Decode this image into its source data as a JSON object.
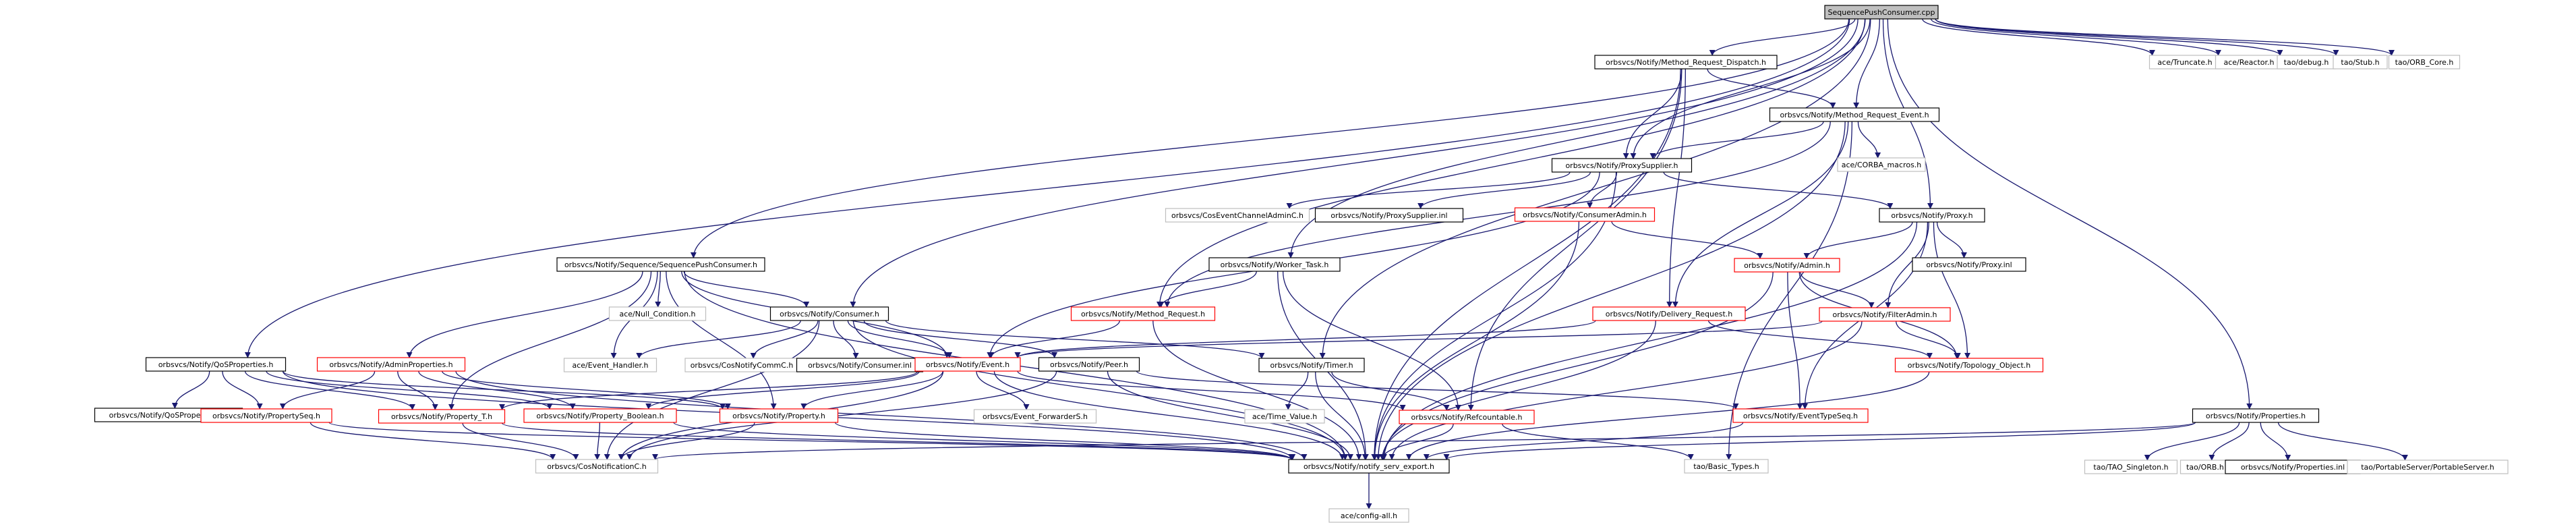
{
  "diagram": {
    "kind": "include-dependency-graph",
    "colors": {
      "edge": "#191970",
      "root_fill": "#bfbfbf",
      "border_default": "#000000",
      "border_red": "#ff0000",
      "border_grey": "#bfbfbf"
    },
    "nodes": [
      {
        "id": "root",
        "label": "SequencePushConsumer.cpp",
        "style": "root"
      },
      {
        "id": "mrd",
        "label": "orbsvcs/Notify/Method_Request_Dispatch.h",
        "style": "black"
      },
      {
        "id": "truncate",
        "label": "ace/Truncate.h",
        "style": "grey"
      },
      {
        "id": "reactor",
        "label": "ace/Reactor.h",
        "style": "grey"
      },
      {
        "id": "debug",
        "label": "tao/debug.h",
        "style": "grey"
      },
      {
        "id": "stub",
        "label": "tao/Stub.h",
        "style": "grey"
      },
      {
        "id": "orbcore",
        "label": "tao/ORB_Core.h",
        "style": "grey"
      },
      {
        "id": "mre",
        "label": "orbsvcs/Notify/Method_Request_Event.h",
        "style": "black"
      },
      {
        "id": "corbamacros",
        "label": "ace/CORBA_macros.h",
        "style": "grey"
      },
      {
        "id": "proxysupplier",
        "label": "orbsvcs/Notify/ProxySupplier.h",
        "style": "black"
      },
      {
        "id": "coseventadmin",
        "label": "orbsvcs/CosEventChannelAdminC.h",
        "style": "grey"
      },
      {
        "id": "proxysupplierinl",
        "label": "orbsvcs/Notify/ProxySupplier.inl",
        "style": "black"
      },
      {
        "id": "consumeradmin",
        "label": "orbsvcs/Notify/ConsumerAdmin.h",
        "style": "red"
      },
      {
        "id": "proxy",
        "label": "orbsvcs/Notify/Proxy.h",
        "style": "black"
      },
      {
        "id": "proxyinl",
        "label": "orbsvcs/Notify/Proxy.inl",
        "style": "black"
      },
      {
        "id": "admin",
        "label": "orbsvcs/Notify/Admin.h",
        "style": "red"
      },
      {
        "id": "spc",
        "label": "orbsvcs/Notify/Sequence/SequencePushConsumer.h",
        "style": "black"
      },
      {
        "id": "workertask",
        "label": "orbsvcs/Notify/Worker_Task.h",
        "style": "black"
      },
      {
        "id": "nullcond",
        "label": "ace/Null_Condition.h",
        "style": "grey"
      },
      {
        "id": "consumer",
        "label": "orbsvcs/Notify/Consumer.h",
        "style": "black"
      },
      {
        "id": "methodrequest",
        "label": "orbsvcs/Notify/Method_Request.h",
        "style": "red"
      },
      {
        "id": "deliveryrequest",
        "label": "orbsvcs/Notify/Delivery_Request.h",
        "style": "red"
      },
      {
        "id": "filteradmin",
        "label": "orbsvcs/Notify/FilterAdmin.h",
        "style": "red"
      },
      {
        "id": "qosprops",
        "label": "orbsvcs/Notify/QoSProperties.h",
        "style": "black"
      },
      {
        "id": "adminprops",
        "label": "orbsvcs/Notify/AdminProperties.h",
        "style": "red"
      },
      {
        "id": "eventhandler",
        "label": "ace/Event_Handler.h",
        "style": "grey"
      },
      {
        "id": "cosnotifycomm",
        "label": "orbsvcs/CosNotifyCommC.h",
        "style": "grey"
      },
      {
        "id": "consumerinl",
        "label": "orbsvcs/Notify/Consumer.inl",
        "style": "black"
      },
      {
        "id": "event",
        "label": "orbsvcs/Notify/Event.h",
        "style": "red"
      },
      {
        "id": "peer",
        "label": "orbsvcs/Notify/Peer.h",
        "style": "black"
      },
      {
        "id": "timer",
        "label": "orbsvcs/Notify/Timer.h",
        "style": "black"
      },
      {
        "id": "topologyobject",
        "label": "orbsvcs/Notify/Topology_Object.h",
        "style": "red"
      },
      {
        "id": "qospropsinl",
        "label": "orbsvcs/Notify/QoSProperties.inl",
        "style": "black"
      },
      {
        "id": "propertyseq",
        "label": "orbsvcs/Notify/PropertySeq.h",
        "style": "red"
      },
      {
        "id": "propertyt",
        "label": "orbsvcs/Notify/Property_T.h",
        "style": "red"
      },
      {
        "id": "propertybool",
        "label": "orbsvcs/Notify/Property_Boolean.h",
        "style": "red"
      },
      {
        "id": "property",
        "label": "orbsvcs/Notify/Property.h",
        "style": "red"
      },
      {
        "id": "eventforwarder",
        "label": "orbsvcs/Event_ForwarderS.h",
        "style": "grey"
      },
      {
        "id": "timevalue",
        "label": "ace/Time_Value.h",
        "style": "grey"
      },
      {
        "id": "refcountable",
        "label": "orbsvcs/Notify/Refcountable.h",
        "style": "red"
      },
      {
        "id": "eventtypeseq",
        "label": "orbsvcs/Notify/EventTypeSeq.h",
        "style": "red"
      },
      {
        "id": "properties",
        "label": "orbsvcs/Notify/Properties.h",
        "style": "black"
      },
      {
        "id": "cosnotification",
        "label": "orbsvcs/CosNotificationC.h",
        "style": "grey"
      },
      {
        "id": "servexport",
        "label": "orbsvcs/Notify/notify_serv_export.h",
        "style": "black"
      },
      {
        "id": "basictypes",
        "label": "tao/Basic_Types.h",
        "style": "grey"
      },
      {
        "id": "taosingleton",
        "label": "tao/TAO_Singleton.h",
        "style": "grey"
      },
      {
        "id": "orb",
        "label": "tao/ORB.h",
        "style": "grey"
      },
      {
        "id": "propertiesinl",
        "label": "orbsvcs/Notify/Properties.inl",
        "style": "black"
      },
      {
        "id": "portableserver",
        "label": "tao/PortableServer/PortableServer.h",
        "style": "grey"
      },
      {
        "id": "configall",
        "label": "ace/config-all.h",
        "style": "grey"
      }
    ],
    "edges": [
      [
        "root",
        "mrd"
      ],
      [
        "root",
        "truncate"
      ],
      [
        "root",
        "reactor"
      ],
      [
        "root",
        "debug"
      ],
      [
        "root",
        "stub"
      ],
      [
        "root",
        "orbcore"
      ],
      [
        "root",
        "mre"
      ],
      [
        "root",
        "proxysupplier"
      ],
      [
        "root",
        "proxy"
      ],
      [
        "root",
        "spc"
      ],
      [
        "root",
        "workertask"
      ],
      [
        "root",
        "consumer"
      ],
      [
        "root",
        "methodrequest"
      ],
      [
        "root",
        "qosprops"
      ],
      [
        "root",
        "timer"
      ],
      [
        "root",
        "properties"
      ],
      [
        "mrd",
        "mre"
      ],
      [
        "mrd",
        "proxysupplier"
      ],
      [
        "mrd",
        "deliveryrequest"
      ],
      [
        "mrd",
        "servexport"
      ],
      [
        "mrd",
        "refcountable"
      ],
      [
        "mre",
        "corbamacros"
      ],
      [
        "mre",
        "proxysupplier"
      ],
      [
        "mre",
        "methodrequest"
      ],
      [
        "mre",
        "deliveryrequest"
      ],
      [
        "mre",
        "servexport"
      ],
      [
        "mre",
        "basictypes"
      ],
      [
        "proxysupplier",
        "coseventadmin"
      ],
      [
        "proxysupplier",
        "proxysupplierinl"
      ],
      [
        "proxysupplier",
        "consumeradmin"
      ],
      [
        "proxysupplier",
        "proxy"
      ],
      [
        "proxysupplier",
        "event"
      ],
      [
        "proxysupplier",
        "servexport"
      ],
      [
        "consumeradmin",
        "admin"
      ],
      [
        "consumeradmin",
        "servexport"
      ],
      [
        "proxy",
        "proxyinl"
      ],
      [
        "proxy",
        "admin"
      ],
      [
        "proxy",
        "filteradmin"
      ],
      [
        "proxy",
        "topologyobject"
      ],
      [
        "proxy",
        "eventtypeseq"
      ],
      [
        "proxy",
        "servexport"
      ],
      [
        "admin",
        "filteradmin"
      ],
      [
        "admin",
        "topologyobject"
      ],
      [
        "admin",
        "eventtypeseq"
      ],
      [
        "admin",
        "servexport"
      ],
      [
        "spc",
        "nullcond"
      ],
      [
        "spc",
        "consumer"
      ],
      [
        "spc",
        "eventhandler"
      ],
      [
        "spc",
        "adminprops"
      ],
      [
        "spc",
        "event"
      ],
      [
        "spc",
        "propertyt"
      ],
      [
        "spc",
        "property"
      ],
      [
        "spc",
        "servexport"
      ],
      [
        "workertask",
        "methodrequest"
      ],
      [
        "workertask",
        "refcountable"
      ],
      [
        "workertask",
        "servexport"
      ],
      [
        "consumer",
        "eventhandler"
      ],
      [
        "consumer",
        "cosnotifycomm"
      ],
      [
        "consumer",
        "consumerinl"
      ],
      [
        "consumer",
        "event"
      ],
      [
        "consumer",
        "peer"
      ],
      [
        "consumer",
        "timer"
      ],
      [
        "consumer",
        "cosnotification"
      ],
      [
        "consumer",
        "servexport"
      ],
      [
        "methodrequest",
        "event"
      ],
      [
        "methodrequest",
        "servexport"
      ],
      [
        "deliveryrequest",
        "event"
      ],
      [
        "deliveryrequest",
        "topologyobject"
      ],
      [
        "deliveryrequest",
        "servexport"
      ],
      [
        "filteradmin",
        "topologyobject"
      ],
      [
        "filteradmin",
        "event"
      ],
      [
        "filteradmin",
        "servexport"
      ],
      [
        "qosprops",
        "qospropsinl"
      ],
      [
        "qosprops",
        "propertyseq"
      ],
      [
        "qosprops",
        "propertyt"
      ],
      [
        "qosprops",
        "propertybool"
      ],
      [
        "qosprops",
        "property"
      ],
      [
        "qosprops",
        "servexport"
      ],
      [
        "adminprops",
        "propertyseq"
      ],
      [
        "adminprops",
        "propertyt"
      ],
      [
        "adminprops",
        "propertybool"
      ],
      [
        "adminprops",
        "property"
      ],
      [
        "adminprops",
        "servexport"
      ],
      [
        "event",
        "propertyt"
      ],
      [
        "event",
        "propertybool"
      ],
      [
        "event",
        "property"
      ],
      [
        "event",
        "eventforwarder"
      ],
      [
        "event",
        "refcountable"
      ],
      [
        "event",
        "cosnotification"
      ],
      [
        "event",
        "servexport"
      ],
      [
        "peer",
        "eventtypeseq"
      ],
      [
        "peer",
        "cosnotification"
      ],
      [
        "peer",
        "servexport"
      ],
      [
        "timer",
        "timevalue"
      ],
      [
        "timer",
        "refcountable"
      ],
      [
        "timer",
        "servexport"
      ],
      [
        "topologyobject",
        "servexport"
      ],
      [
        "propertyseq",
        "cosnotification"
      ],
      [
        "propertyseq",
        "servexport"
      ],
      [
        "propertyt",
        "cosnotification"
      ],
      [
        "propertyt",
        "servexport"
      ],
      [
        "propertybool",
        "cosnotification"
      ],
      [
        "propertybool",
        "servexport"
      ],
      [
        "property",
        "cosnotification"
      ],
      [
        "property",
        "servexport"
      ],
      [
        "refcountable",
        "servexport"
      ],
      [
        "refcountable",
        "basictypes"
      ],
      [
        "eventtypeseq",
        "servexport"
      ],
      [
        "properties",
        "taosingleton"
      ],
      [
        "properties",
        "orb"
      ],
      [
        "properties",
        "propertiesinl"
      ],
      [
        "properties",
        "portableserver"
      ],
      [
        "properties",
        "servexport"
      ],
      [
        "properties",
        "cosnotification"
      ],
      [
        "servexport",
        "configall"
      ]
    ]
  }
}
